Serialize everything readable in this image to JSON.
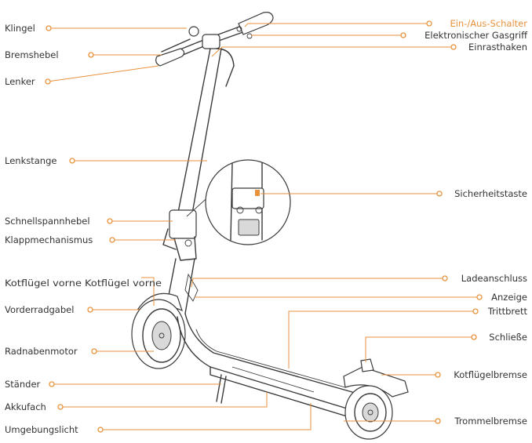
{
  "labels": {
    "klingel": "Klingel",
    "bremshebel": "Bremshebel",
    "lenker": "Lenker",
    "lenkstange": "Lenkstange",
    "schnellspannhebel": "Schnellspannhebel",
    "klappmechanismus": "Klappmechanismus",
    "kotfluegel_vorne": "Kotflügel vorne Kotflügel vorne",
    "vorderradgabel": "Vorderradgabel",
    "radnabenmotor": "Radnabenmotor",
    "staender": "Ständer",
    "akkufach": "Akkufach",
    "umgebungslicht": "Umgebungslicht",
    "ein_aus_schalter": "Ein-/Aus-Schalter",
    "gasgriff": "Elektronischer Gasgriff",
    "einrasthaken": "Einrasthaken",
    "sicherheitstaste": "Sicherheitstaste",
    "ladeanschluss": "Ladeanschluss",
    "anzeige": "Anzeige",
    "trittbrett": "Trittbrett",
    "schliesse": "Schließe",
    "kotfluegelbremse": "Kotflügelbremse",
    "trommelbremse": "Trommelbremse"
  },
  "colors": {
    "accent": "#e8923c",
    "text": "#333333",
    "line_art": "#3a3a3a"
  }
}
